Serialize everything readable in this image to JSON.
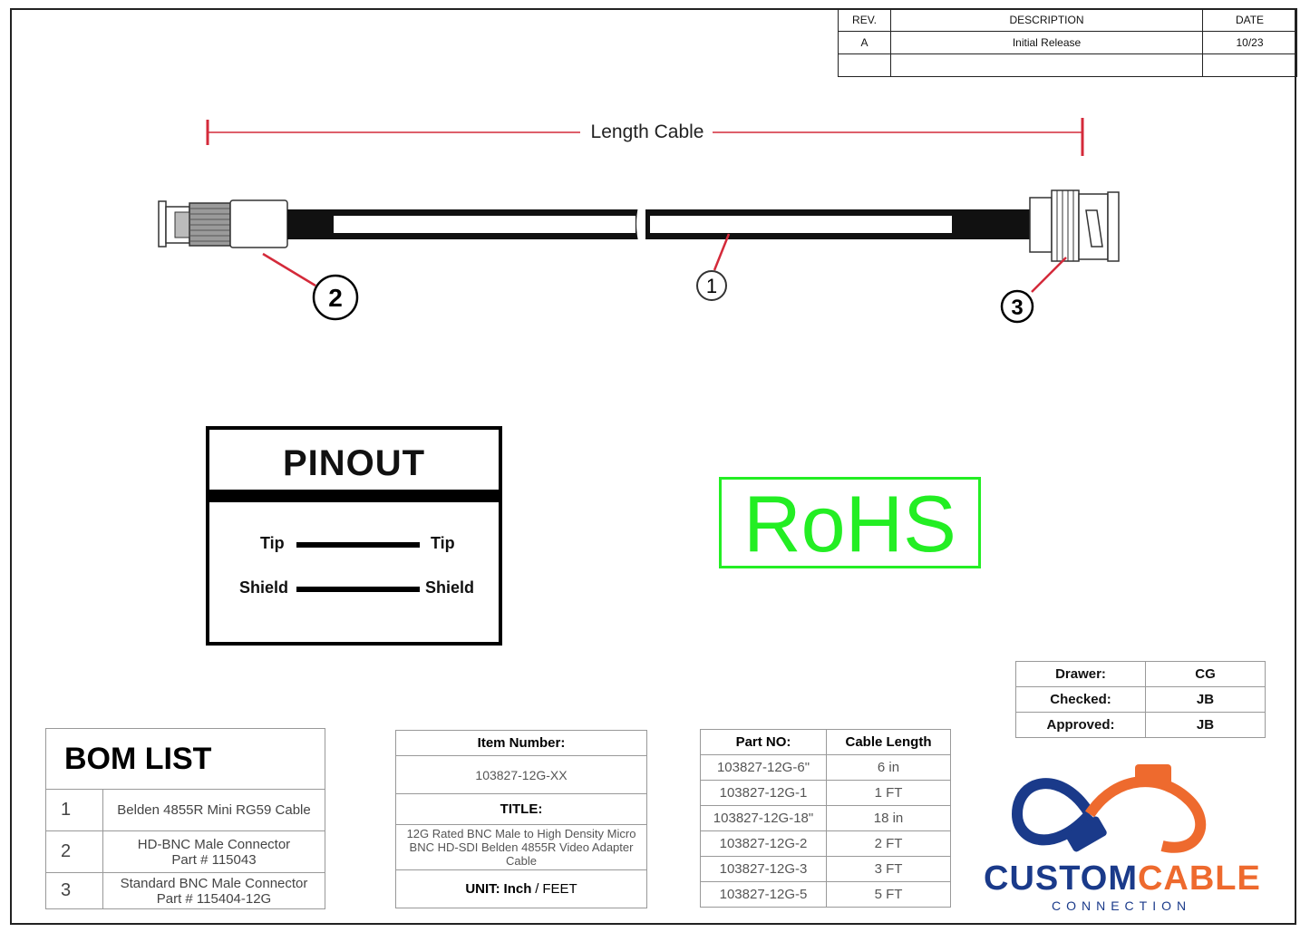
{
  "revision_table": {
    "headers": [
      "REV.",
      "DESCRIPTION",
      "DATE"
    ],
    "rows": [
      [
        "A",
        "Initial Release",
        "10/23"
      ],
      [
        "",
        "",
        ""
      ]
    ]
  },
  "dimension_label": "Length Cable",
  "callouts": [
    "1",
    "2",
    "3"
  ],
  "pinout": {
    "title": "PINOUT",
    "rows": [
      {
        "left": "Tip",
        "right": "Tip"
      },
      {
        "left": "Shield",
        "right": "Shield"
      }
    ]
  },
  "rohs_mark": "RoHS",
  "approvals": [
    {
      "label": "Drawer:",
      "value": "CG"
    },
    {
      "label": "Checked:",
      "value": "JB"
    },
    {
      "label": "Approved:",
      "value": "JB"
    }
  ],
  "bom": {
    "title": "BOM LIST",
    "items": [
      {
        "num": "1",
        "line1": "Belden 4855R Mini RG59 Cable",
        "line2": ""
      },
      {
        "num": "2",
        "line1": "HD-BNC Male Connector",
        "line2": "Part # 115043"
      },
      {
        "num": "3",
        "line1": "Standard BNC Male Connector",
        "line2": "Part # 115404-12G"
      }
    ]
  },
  "item_info": {
    "item_number_label": "Item Number:",
    "item_number": "103827-12G-XX",
    "title_label": "TITLE:",
    "title": "12G Rated BNC Male to High Density Micro BNC HD-SDI Belden 4855R Video Adapter Cable",
    "unit_label": "UNIT:",
    "unit_inch": "Inch",
    "unit_feet": "FEET"
  },
  "parts_table": {
    "headers": [
      "Part NO:",
      "Cable Length"
    ],
    "rows": [
      [
        "103827-12G-6\"",
        "6 in"
      ],
      [
        "103827-12G-1",
        "1 FT"
      ],
      [
        "103827-12G-18\"",
        "18 in"
      ],
      [
        "103827-12G-2",
        "2 FT"
      ],
      [
        "103827-12G-3",
        "3 FT"
      ],
      [
        "103827-12G-5",
        "5 FT"
      ]
    ]
  },
  "logo": {
    "word1": "CUSTOM",
    "word2": "CABLE",
    "sub": "CONNECTION",
    "color_blue": "#1a3a8a",
    "color_orange": "#ee6a2e"
  },
  "colors": {
    "dimension_red": "#d42a3a",
    "rohs_green": "#23ee23"
  }
}
